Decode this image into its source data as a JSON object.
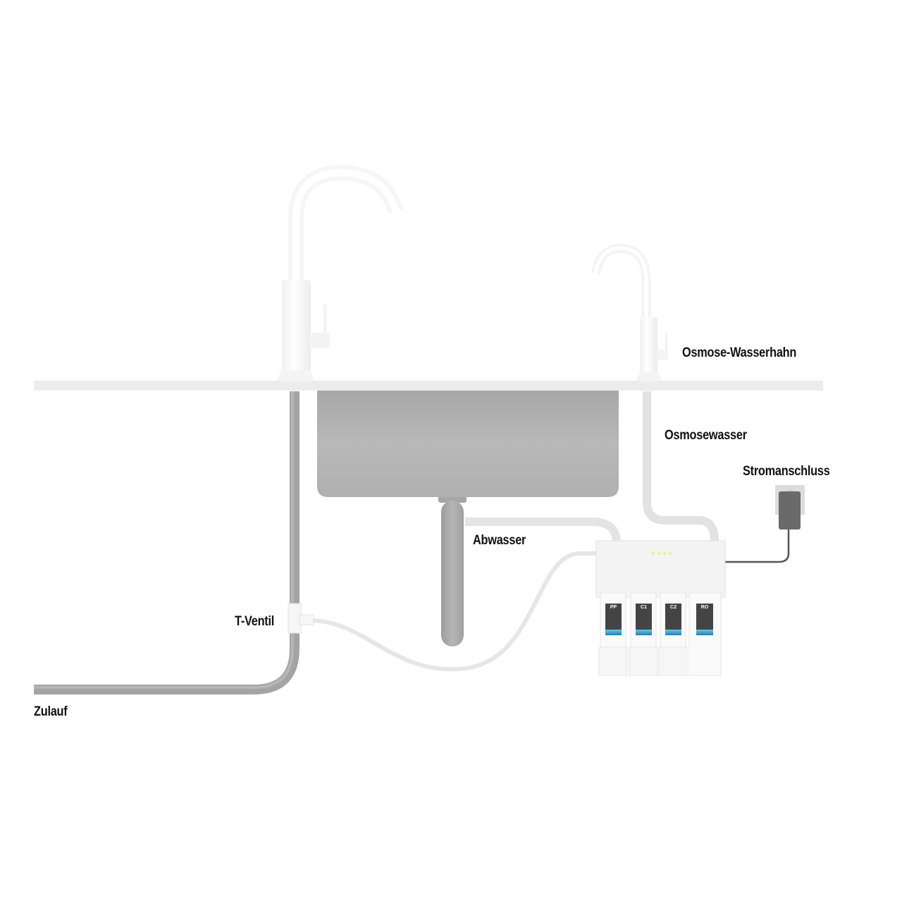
{
  "labels": {
    "ro_faucet": "Osmose-Wasserhahn",
    "ro_water": "Osmosewasser",
    "power": "Stromanschluss",
    "waste_water": "Abwasser",
    "t_valve": "T-Ventil",
    "inlet": "Zulauf"
  },
  "filters": [
    {
      "code": "PP"
    },
    {
      "code": "C1"
    },
    {
      "code": "C2"
    },
    {
      "code": "RO"
    }
  ],
  "unit": {
    "indicator_count": 4,
    "indicator_color": "#e8f07a"
  },
  "colors": {
    "background": "#ffffff",
    "countertop": "#ececec",
    "sink": "#b4b4b4",
    "supply_pipe": "#a6a6a6",
    "white_parts": "#f7f7f7",
    "tube": "#e6e6e6",
    "power_adapter": "#6a6a6a",
    "socket_plate": "#dcdcdc"
  }
}
